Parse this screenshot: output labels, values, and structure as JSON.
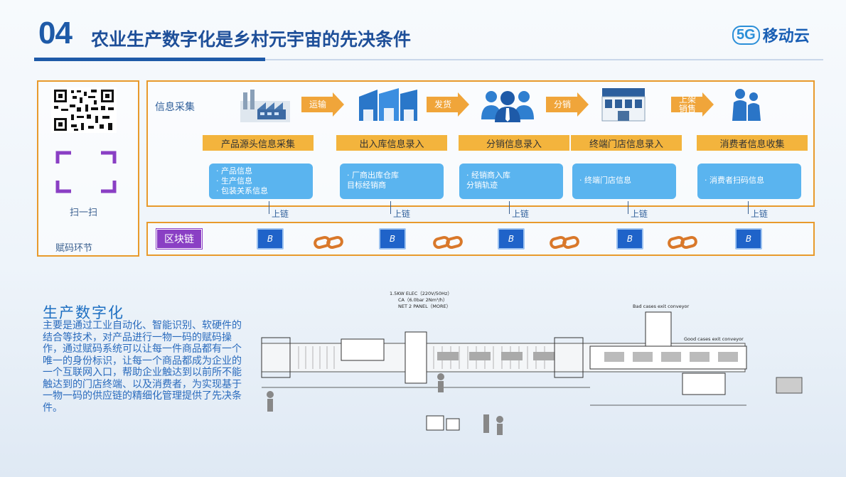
{
  "header": {
    "number": "04",
    "title": "农业生产数字化是乡村元宇宙的先决条件",
    "brand_5g": "5G",
    "brand_name": "移动云"
  },
  "left_panel": {
    "scan_label": "扫一扫",
    "code_section_label": "赋码环节"
  },
  "flow": {
    "section_label": "信息采集",
    "arrows": [
      "运输",
      "发货",
      "分销",
      "上架\n销售"
    ],
    "stages": [
      {
        "tag": "产品源头信息采集",
        "card": "· 产品信息\n· 生产信息\n· 包装关系信息"
      },
      {
        "tag": "出入库信息录入",
        "card": "· 厂商出库仓库\n  目标经销商"
      },
      {
        "tag": "分销信息录入",
        "card": "· 经销商入库\n  分销轨迹"
      },
      {
        "tag": "终端门店信息录入",
        "card": "· 终端门店信息"
      },
      {
        "tag": "消费者信息收集",
        "card": "· 消费者扫码信息"
      }
    ],
    "chain_up_label": "上链"
  },
  "blockchain": {
    "label": "区块链",
    "block_letter": "B"
  },
  "bottom": {
    "title": "生产数字化",
    "body": "主要是通过工业自动化、智能识别、软硬件的结合等技术，对产品进行一物一码的赋码操作，通过赋码系统可以让每一件商品都有一个唯一的身份标识，让每一个商品都成为企业的一个互联网入口，帮助企业触达到以前所不能触达到的门店终端、以及消费者，为实现基于一物一码的供应链的精细化管理提供了先决条件。"
  },
  "diagram": {
    "spec_lines": [
      "1.5KW ELEC（220V/50Hz）",
      "CA（6.0bar 2Nm³/h）",
      "NET 2 PANEL（MORE）"
    ],
    "bad_conveyor": "Bad cases exit conveyor",
    "good_conveyor": "Good cases exit conveyor"
  },
  "colors": {
    "orange": "#e89a2c",
    "tag": "#f3b43d",
    "card": "#5ab4ef",
    "blue": "#1e5aa8",
    "purple": "#8a3fc4"
  }
}
